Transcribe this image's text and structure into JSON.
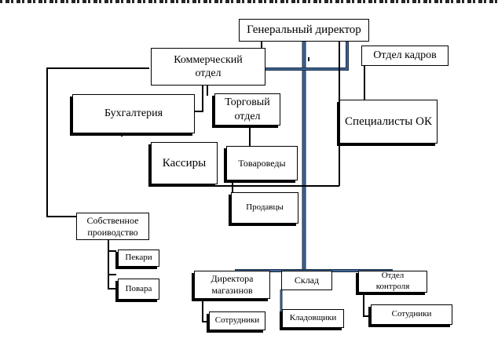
{
  "diagram": {
    "nodes": {
      "gd": "Генеральный директор",
      "kom": "Коммерческий\nотдел",
      "buh": "Бухгалтерия",
      "torg": "Торговый\nотдел",
      "kadr": "Отдел кадров",
      "spec": "Специалисты ОК",
      "kass": "Кассиры",
      "tov": "Товароведы",
      "prod": "Продавцы",
      "sobst": "Собственное\nпроиводство",
      "pek": "Пекари",
      "pov": "Повара",
      "dirmag": "Директора\nмагазинов",
      "sklad": "Склад",
      "kontr": "Отдел\nконтроля",
      "sotr1": "Сотрудники",
      "klad": "Кладовщики",
      "sotr2": "Сотудники"
    },
    "colors": {
      "line": "#000000",
      "accent": "#3e6494",
      "accent_outline": "#1c2e45"
    }
  }
}
